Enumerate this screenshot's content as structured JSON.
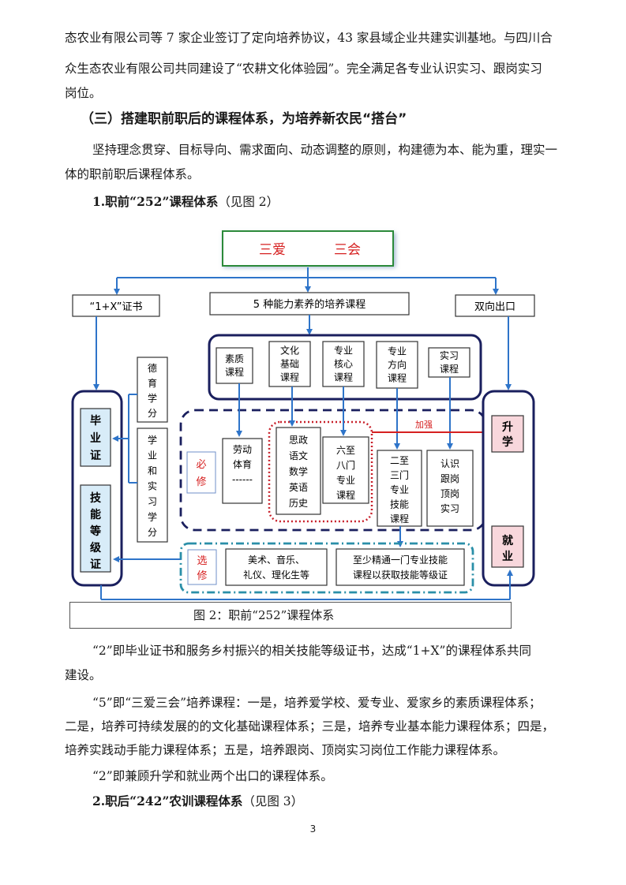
{
  "intro": {
    "line1": "态农业有限公司等 7 家企业签订了定向培养协议，43 家县域企业共建实训基地。与四川合",
    "line2": "众生态农业有限公司共同建设了“农耕文化体验园”。完全满足各专业认识实习、跟岗实习",
    "line3": "岗位。"
  },
  "section3": {
    "heading": "（三）搭建职前职后的课程体系，为培养新农民“搭台”",
    "para_line1": "坚持理念贯穿、目标导向、需求面向、动态调整的原则，构建德为本、能为重，理实一",
    "para_line2": "体的职前职后课程体系。"
  },
  "sub1": {
    "bold": "1.职前“252”课程体系",
    "normal": "（见图 2）"
  },
  "figure": {
    "top_title_a": "三爱",
    "top_title_b": "三会",
    "cert_box": "“1+X”证书",
    "five_box": "5 种能力素养的培养课程",
    "exit_box": "双向出口",
    "courses": [
      [
        "素质",
        "课程"
      ],
      [
        "文化",
        "基础",
        "课程"
      ],
      [
        "专业",
        "核心",
        "课程"
      ],
      [
        "专业",
        "方向",
        "课程"
      ],
      [
        "实习",
        "课程"
      ]
    ],
    "moral_credit": [
      "德",
      "育",
      "学",
      "分"
    ],
    "study_credit": [
      "学",
      "业",
      "和",
      "实",
      "习",
      "学",
      "分"
    ],
    "grad_cert": [
      "毕",
      "业",
      "证"
    ],
    "skill_cert": [
      "技",
      "能",
      "等",
      "级",
      "证"
    ],
    "required": [
      "必",
      "修"
    ],
    "labor": [
      "劳动",
      "体育",
      "------"
    ],
    "politics": [
      "思政",
      "语文",
      "数学",
      "英语",
      "历史"
    ],
    "six_to_eight": [
      "六至",
      "八门",
      "专业",
      "课程"
    ],
    "two_to_three": [
      "二至",
      "三门",
      "专业",
      "技能",
      "课程"
    ],
    "practice": [
      "认识",
      "跟岗",
      "顶岗",
      "实习"
    ],
    "strengthen": "加强",
    "upgrade": [
      "升",
      "学"
    ],
    "employ": [
      "就",
      "业"
    ],
    "elective": [
      "选",
      "修"
    ],
    "arts": [
      "美术、音乐、",
      "礼仪、理化生等"
    ],
    "skill_course": [
      "至少精通一门专业技能",
      "课程以获取技能等级证"
    ],
    "caption": "图 2：职前“252”课程体系"
  },
  "explain": {
    "p1_line1": "“2”即毕业证书和服务乡村振兴的相关技能等级证书，达成“1+X”的课程体系共同",
    "p1_line2": "建设。",
    "p2_line1": "“5”即“三爱三会”培养课程：一是，培养爱学校、爱专业、爱家乡的素质课程体系；",
    "p2_line2": "二是，培养可持续发展的的文化基础课程体系；三是，培养专业基本能力课程体系；四是，",
    "p2_line3": "培养实践动手能力课程体系；五是，培养跟岗、顶岗实习岗位工作能力课程体系。",
    "p3": "“2”即兼顾升学和就业两个出口的课程体系。"
  },
  "sub2": {
    "bold": "2.职后“242”农训课程体系",
    "normal": "（见图 3）"
  },
  "page_number": "3",
  "colors": {
    "navy": "#1a1f5e",
    "blue_arrow": "#2e74c9",
    "red": "#d62020",
    "green": "#2c8a3a",
    "teal": "#2a8fa8",
    "pink": "#f8d7dc",
    "lightblue": "#d8ecf8"
  }
}
